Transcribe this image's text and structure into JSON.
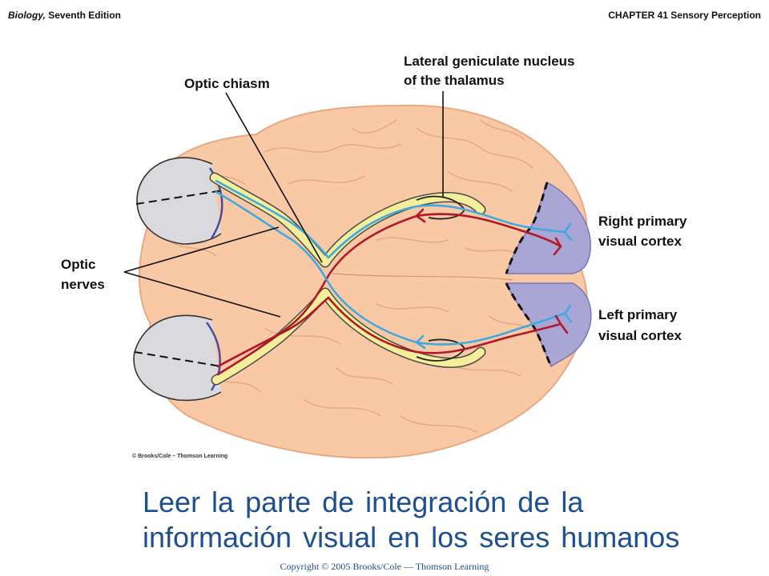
{
  "header": {
    "book_title": "Biology,",
    "edition": " Seventh Edition",
    "chapter": "CHAPTER 41 Sensory Perception"
  },
  "labels": {
    "optic_chiasm": "Optic chiasm",
    "lgn_line1": "Lateral geniculate nucleus",
    "lgn_line2": "of the thalamus",
    "right_cortex_line1": "Right primary",
    "right_cortex_line2": "visual cortex",
    "left_cortex_line1": "Left primary",
    "left_cortex_line2": "visual cortex",
    "optic_nerves_line1": "Optic",
    "optic_nerves_line2": "nerves"
  },
  "figure_credit": "© Brooks/Cole – Thomson Learning",
  "caption": {
    "line1": "Leer la parte de integración de la",
    "line2": "información visual en los seres humanos"
  },
  "footer": {
    "copyright": "Copyright © 2005 Brooks/Cole — Thomson Learning"
  },
  "colors": {
    "brain_fill": "#f8c9a4",
    "brain_outline": "#e8a884",
    "eye_fill": "#dadade",
    "cortex_fill": "#a9a6d6",
    "tract_yellow": "#f4ee9a",
    "pathway_blue": "#3fa9e0",
    "pathway_red": "#b0182a",
    "caption_blue": "#1e4f8f"
  }
}
